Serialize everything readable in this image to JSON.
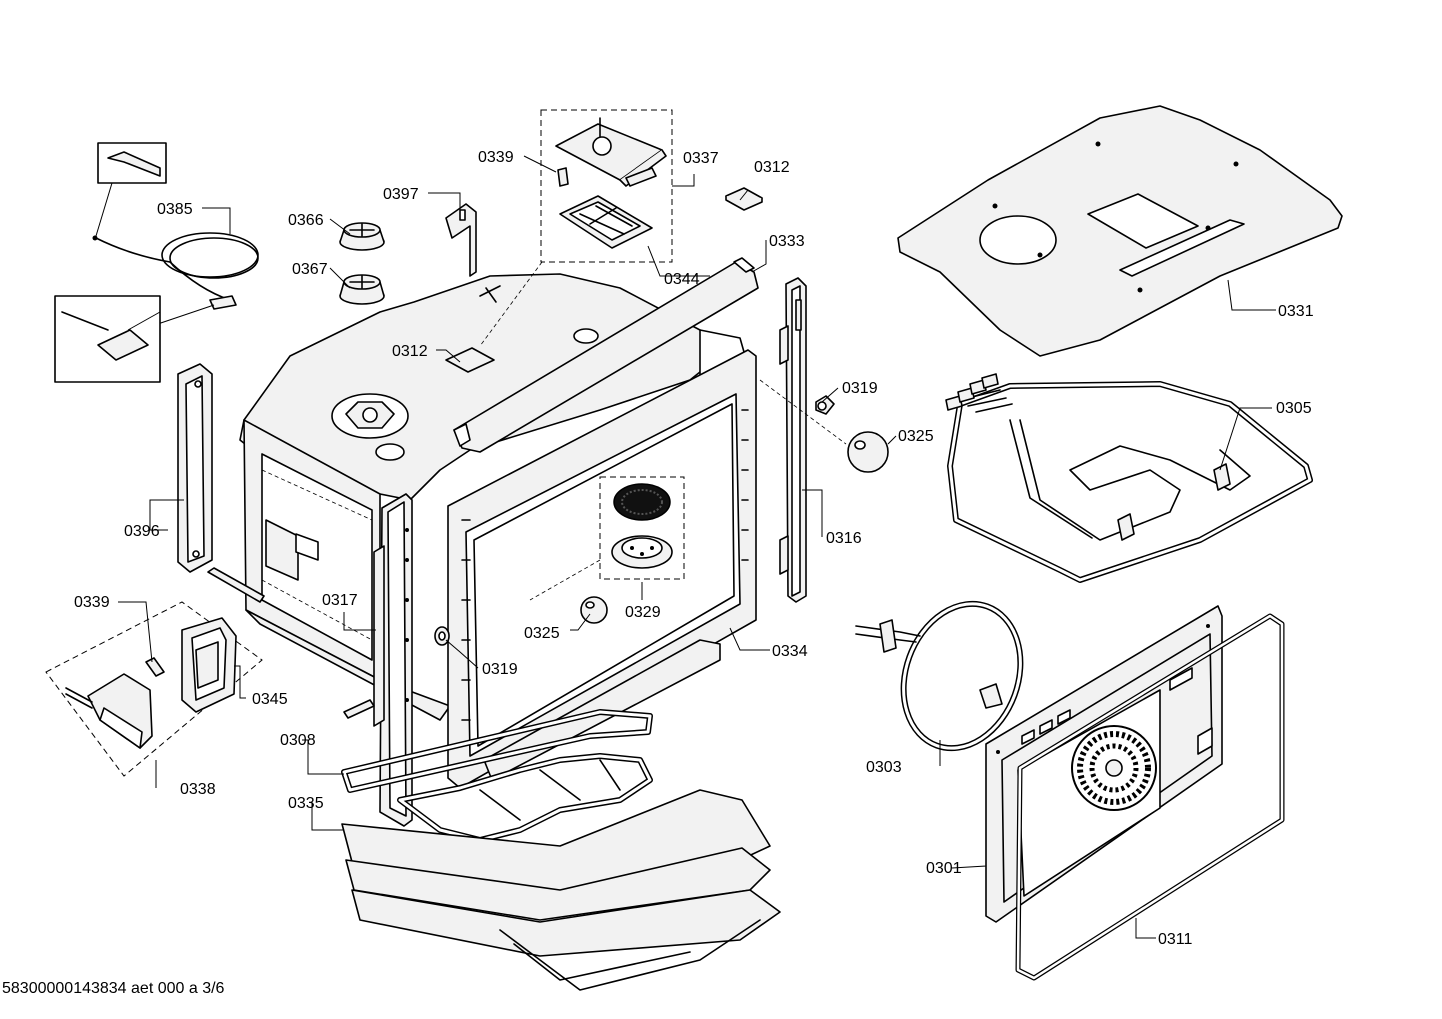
{
  "labels": {
    "p0385": "0385",
    "p0366": "0366",
    "p0367": "0367",
    "p0397": "0397",
    "p0339a": "0339",
    "p0337": "0337",
    "p0312a": "0312",
    "p0344": "0344",
    "p0333": "0333",
    "p0331": "0331",
    "p0312b": "0312",
    "p0319a": "0319",
    "p0325a": "0325",
    "p0305": "0305",
    "p0396": "0396",
    "p0316": "0316",
    "p0339b": "0339",
    "p0317": "0317",
    "p0329": "0329",
    "p0325b": "0325",
    "p0334": "0334",
    "p0319b": "0319",
    "p0345": "0345",
    "p0308": "0308",
    "p0303": "0303",
    "p0338": "0338",
    "p0335": "0335",
    "p0301": "0301",
    "p0311": "0311"
  },
  "footer": "58300000143834 aet 000 a 3/6"
}
